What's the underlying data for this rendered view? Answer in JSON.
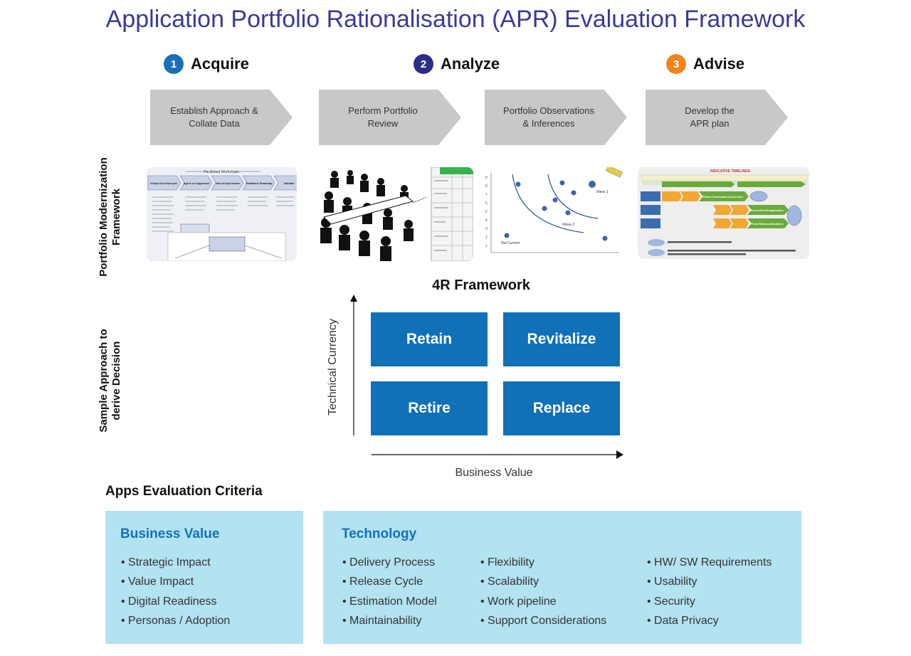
{
  "title": "Application Portfolio Rationalisation (APR) Evaluation Framework",
  "phases": [
    {
      "num": "1",
      "label": "Acquire",
      "color": "#1a6fb8"
    },
    {
      "num": "2",
      "label": "Analyze",
      "color": "#2e2e86"
    },
    {
      "num": "3",
      "label": "Advise",
      "color": "#f0841e"
    }
  ],
  "steps": [
    "Establish Approach &\nCollate Data",
    "Perform Portfolio\nReview",
    "Portfolio Observations\n& Inferences",
    "Develop the\nAPR plan"
  ],
  "side_labels": {
    "portfolio": "Portfolio Modernization\nFramework",
    "sample": "Sample Approach to\nderive Decision"
  },
  "thumbnails": {
    "workflow": {
      "header": "Facilitated Workshops",
      "steps": [
        "Define Migration Objectives & Readiness Approach",
        "Agree on Approach",
        "Gather and Analyze Information",
        "Establish Roadmap",
        "Validate"
      ]
    },
    "scatter": {
      "label_a": "Wave 1",
      "label_b": "Wave 2",
      "label_c": "Not Current"
    },
    "timeline": {
      "header": "INDICATIVE TIMELINES",
      "row_a": "Platform Transformation Using Hi-Fabric",
      "row_b": "Re-Architect BI Applications",
      "row_c": "Test Rationalisation"
    }
  },
  "framework": {
    "title": "4R Framework",
    "y_axis": "Technical Currency",
    "x_axis": "Business Value",
    "quadrants": [
      "Retain",
      "Revitalize",
      "Retire",
      "Replace"
    ],
    "quad_color": "#1070b8"
  },
  "criteria": {
    "title": "Apps Evaluation Criteria",
    "business": {
      "heading": "Business Value",
      "items": [
        "Strategic Impact",
        "Value Impact",
        "Digital Readiness",
        "Personas / Adoption"
      ]
    },
    "technology": {
      "heading": "Technology",
      "col1": [
        "Delivery Process",
        "Release Cycle",
        "Estimation Model",
        "Maintainability"
      ],
      "col2": [
        "Flexibility",
        "Scalability",
        "Work pipeline",
        "Support Considerations"
      ],
      "col3": [
        "HW/ SW Requirements",
        "Usability",
        "Security",
        "Data Privacy"
      ]
    },
    "panel_color": "#b3e2f1",
    "heading_color": "#1670b8"
  }
}
